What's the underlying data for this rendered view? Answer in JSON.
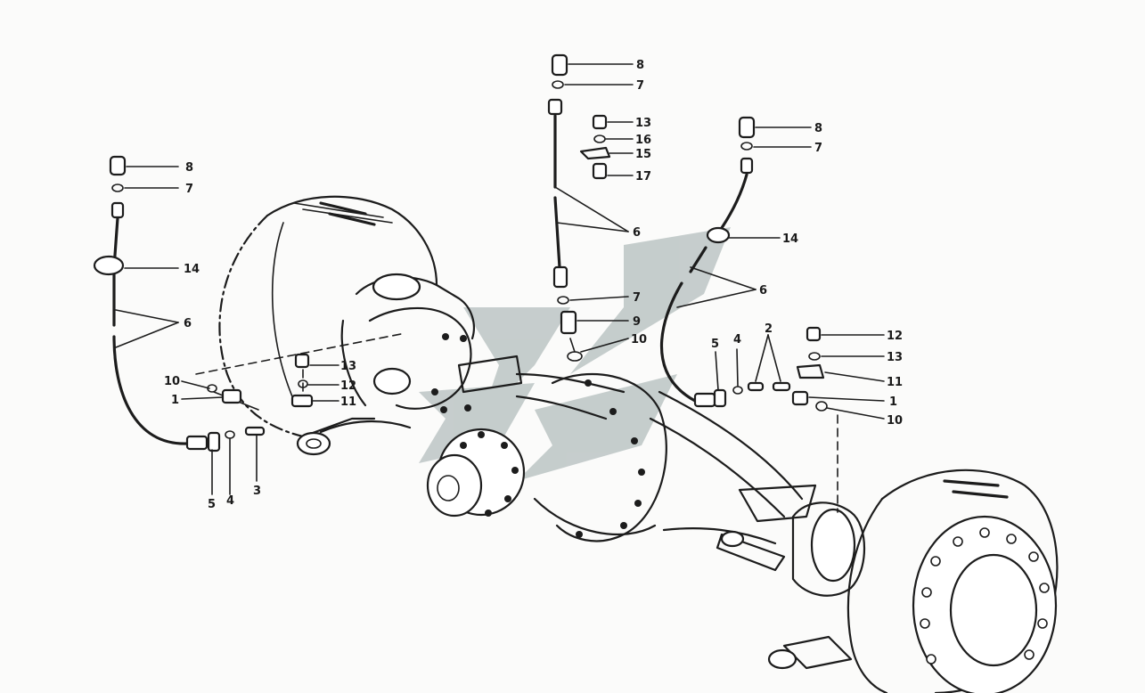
{
  "watermark": {
    "icon": "stylized-logo-watermark",
    "color": "#9aa8a8"
  },
  "callouts": [
    {
      "id": "l8a",
      "text": "8"
    },
    {
      "id": "l7a",
      "text": "7"
    },
    {
      "id": "l14a",
      "text": "14"
    },
    {
      "id": "l6a",
      "text": "6"
    },
    {
      "id": "l10a",
      "text": "10"
    },
    {
      "id": "l1a",
      "text": "1"
    },
    {
      "id": "l5a",
      "text": "5"
    },
    {
      "id": "l4a",
      "text": "4"
    },
    {
      "id": "l3a",
      "text": "3"
    },
    {
      "id": "l13a",
      "text": "13"
    },
    {
      "id": "l12a",
      "text": "12"
    },
    {
      "id": "l11a",
      "text": "11"
    },
    {
      "id": "l8b",
      "text": "8"
    },
    {
      "id": "l7b",
      "text": "7"
    },
    {
      "id": "l6b",
      "text": "6"
    },
    {
      "id": "l7c",
      "text": "7"
    },
    {
      "id": "l9a",
      "text": "9"
    },
    {
      "id": "l10b",
      "text": "10"
    },
    {
      "id": "l13b",
      "text": "13"
    },
    {
      "id": "l16a",
      "text": "16"
    },
    {
      "id": "l15a",
      "text": "15"
    },
    {
      "id": "l17a",
      "text": "17"
    },
    {
      "id": "l8c",
      "text": "8"
    },
    {
      "id": "l7d",
      "text": "7"
    },
    {
      "id": "l14b",
      "text": "14"
    },
    {
      "id": "l6c",
      "text": "6"
    },
    {
      "id": "l5b",
      "text": "5"
    },
    {
      "id": "l4b",
      "text": "4"
    },
    {
      "id": "l2a",
      "text": "2"
    },
    {
      "id": "l12b",
      "text": "12"
    },
    {
      "id": "l13c",
      "text": "13"
    },
    {
      "id": "l11b",
      "text": "11"
    },
    {
      "id": "l1b",
      "text": "1"
    },
    {
      "id": "l10c",
      "text": "10"
    }
  ]
}
